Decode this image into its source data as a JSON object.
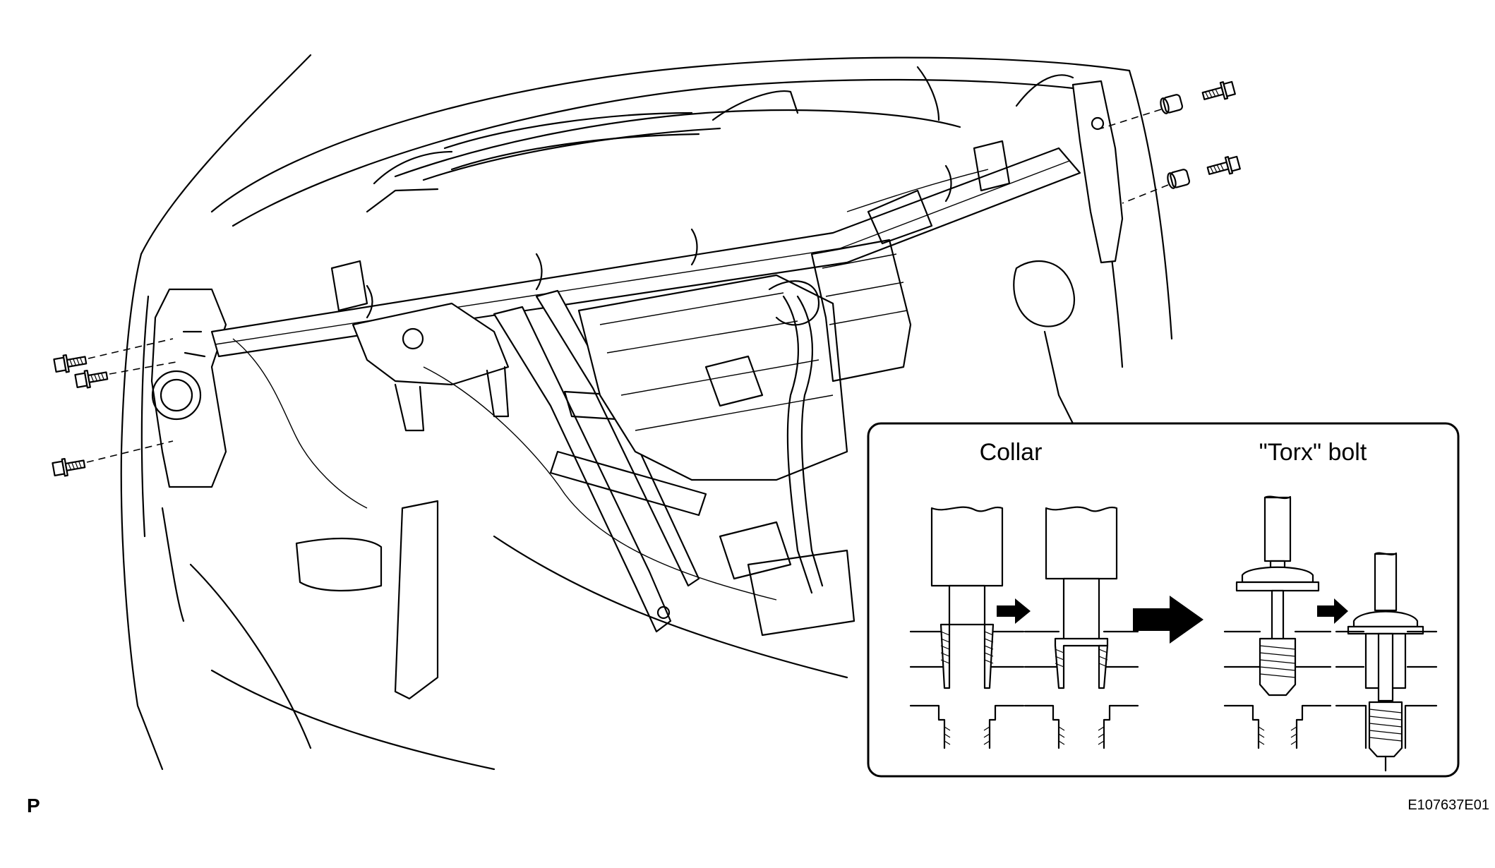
{
  "figure": {
    "view_label": "P",
    "figure_code": "E107637E01"
  },
  "inset": {
    "collar_label": "Collar",
    "torx_label": "\"Torx\" bolt"
  },
  "icons": {
    "bolt": "bolt-icon",
    "collar": "collar-icon",
    "arrow": "arrow-right-icon"
  }
}
